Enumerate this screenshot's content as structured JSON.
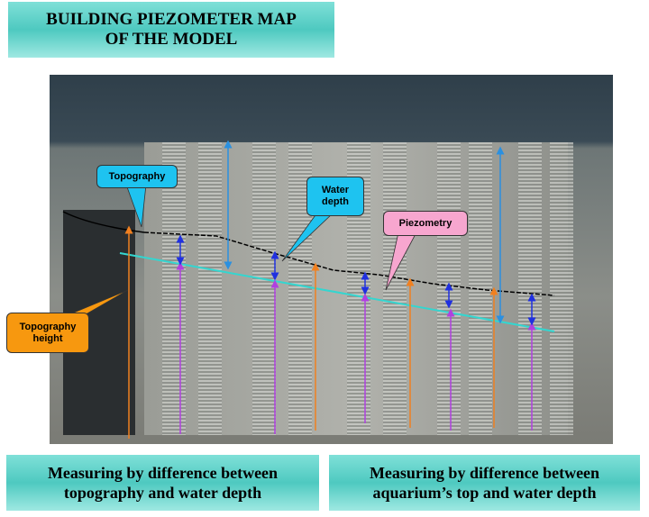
{
  "title": {
    "line1": "BUILDING PIEZOMETER MAP",
    "line2": "OF THE MODEL"
  },
  "callouts": {
    "topography": "Topography",
    "water_depth_1": "Water",
    "water_depth_2": "depth",
    "piezometry": "Piezometry",
    "topo_height_1": "Topography",
    "topo_height_2": "height"
  },
  "bottom_left": {
    "line1": "Measuring by difference between",
    "line2": "topography and water depth"
  },
  "bottom_right": {
    "line1": "Measuring by difference between",
    "line2": "aquarium’s top and water depth"
  },
  "colors": {
    "title_bg": "#4ec9c0",
    "topography_callout": "#1ec3f0",
    "piezometry_callout": "#f7a6cf",
    "height_callout": "#f7980f",
    "piezometry_line": "#33d6d0",
    "orange_arrow": "#f08020",
    "purple_arrow": "#b040e0",
    "blue_arrow": "#2030e0",
    "light_blue_arrow": "#2a90e0"
  }
}
